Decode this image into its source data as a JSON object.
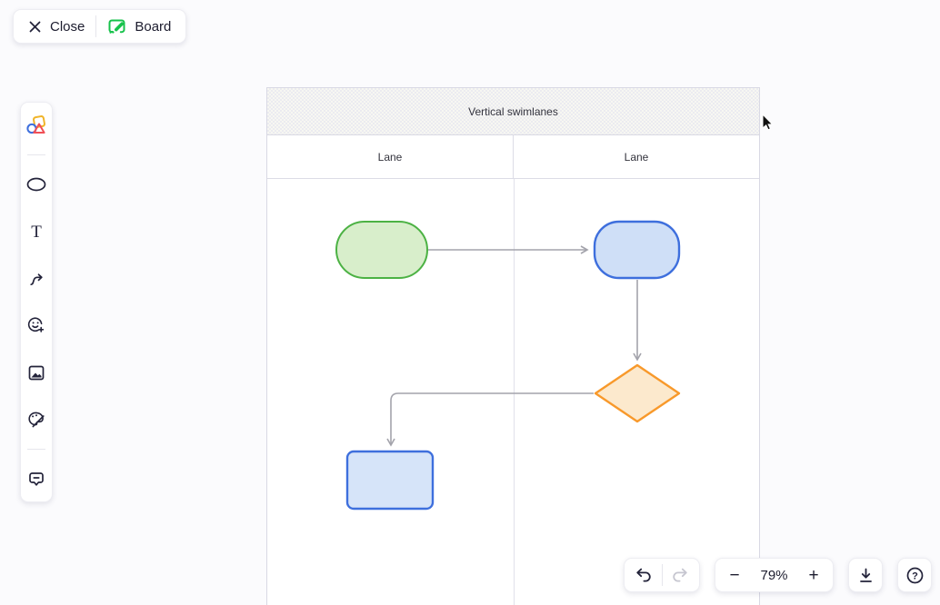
{
  "topbar": {
    "close_label": "Close",
    "board_label": "Board"
  },
  "toolbar": {
    "items": [
      {
        "name": "shape-picker",
        "icon": "shapes-icon"
      },
      {
        "name": "ellipse-tool",
        "icon": "ellipse-icon"
      },
      {
        "name": "text-tool",
        "icon": "text-icon"
      },
      {
        "name": "connector-tool",
        "icon": "connector-icon"
      },
      {
        "name": "reaction-tool",
        "icon": "emoji-plus-icon"
      },
      {
        "name": "image-tool",
        "icon": "image-icon"
      },
      {
        "name": "theme-tool",
        "icon": "palette-icon"
      },
      {
        "name": "comment-tool",
        "icon": "comment-icon"
      }
    ],
    "text_tool_glyph": "T"
  },
  "colors": {
    "board_green": "#17c24b",
    "shapes_icon_yellow": "#f0b429",
    "shapes_icon_blue": "#3e6fdd",
    "shapes_icon_red": "#f04f56",
    "connector_grey": "#a3a3ab"
  },
  "canvas": {
    "swimlane": {
      "title": "Vertical swimlanes",
      "lanes": [
        {
          "label": "Lane"
        },
        {
          "label": "Lane"
        }
      ]
    },
    "shapes": {
      "start": {
        "type": "stadium",
        "fill": "#d8eecb",
        "stroke": "#4cb244"
      },
      "process": {
        "type": "stadium",
        "fill": "#cfdff7",
        "stroke": "#3e6fdd"
      },
      "decision": {
        "type": "diamond",
        "fill": "#fce9cd",
        "stroke": "#f8992b"
      },
      "task": {
        "type": "rectangle",
        "fill": "#d6e4f9",
        "stroke": "#3e6fdd"
      }
    }
  },
  "controls": {
    "zoom_level": "79%",
    "zoom_out_label": "−",
    "zoom_in_label": "+",
    "help_glyph": "?"
  }
}
